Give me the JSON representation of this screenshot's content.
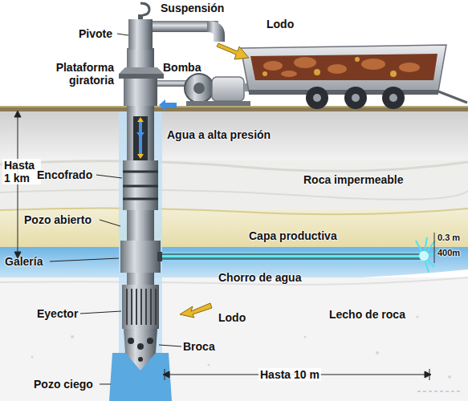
{
  "diagram": {
    "labels": [
      "Suspensión",
      "Lodo",
      "Pivote",
      "Bomba",
      "Plataforma giratoria",
      "Agua a alta presión",
      "Hasta 1 km",
      "Encofrado",
      "Roca impermeable",
      "Pozo abierto",
      "Capa productiva",
      "0.3 m",
      "400m",
      "Galería",
      "Chorro de agua",
      "Eyector",
      "Lodo",
      "Lecho de roca",
      "Broca",
      "Hasta 10 m",
      "Pozo ciego"
    ]
  }
}
